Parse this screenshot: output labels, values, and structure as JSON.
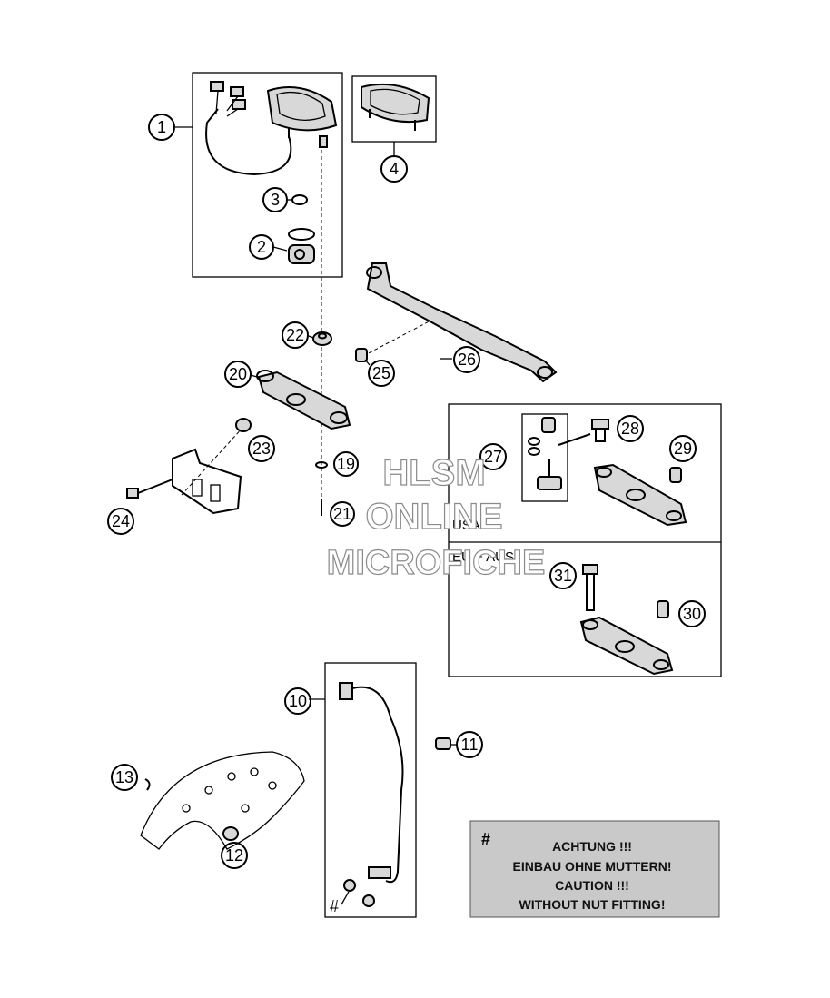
{
  "callouts": [
    {
      "num": "1"
    },
    {
      "num": "2"
    },
    {
      "num": "3"
    },
    {
      "num": "4"
    },
    {
      "num": "10"
    },
    {
      "num": "11"
    },
    {
      "num": "12"
    },
    {
      "num": "13"
    },
    {
      "num": "19"
    },
    {
      "num": "20"
    },
    {
      "num": "21"
    },
    {
      "num": "22"
    },
    {
      "num": "23"
    },
    {
      "num": "24"
    },
    {
      "num": "25"
    },
    {
      "num": "26"
    },
    {
      "num": "27"
    },
    {
      "num": "28"
    },
    {
      "num": "29"
    },
    {
      "num": "30"
    },
    {
      "num": "31"
    }
  ],
  "variants": {
    "usa_label": "USA",
    "eu_label": "EU + AUS"
  },
  "hash_marks": {
    "sensor_hash": "#",
    "note_hash": "#"
  },
  "note": {
    "line1": "ACHTUNG !!!",
    "line2": "EINBAU OHNE MUTTERN!",
    "line3": "CAUTION !!!",
    "line4": "WITHOUT NUT FITTING!"
  },
  "watermark": {
    "line1": "HLSM",
    "line2": "ONLINE",
    "line3": "MICROFICHE"
  }
}
